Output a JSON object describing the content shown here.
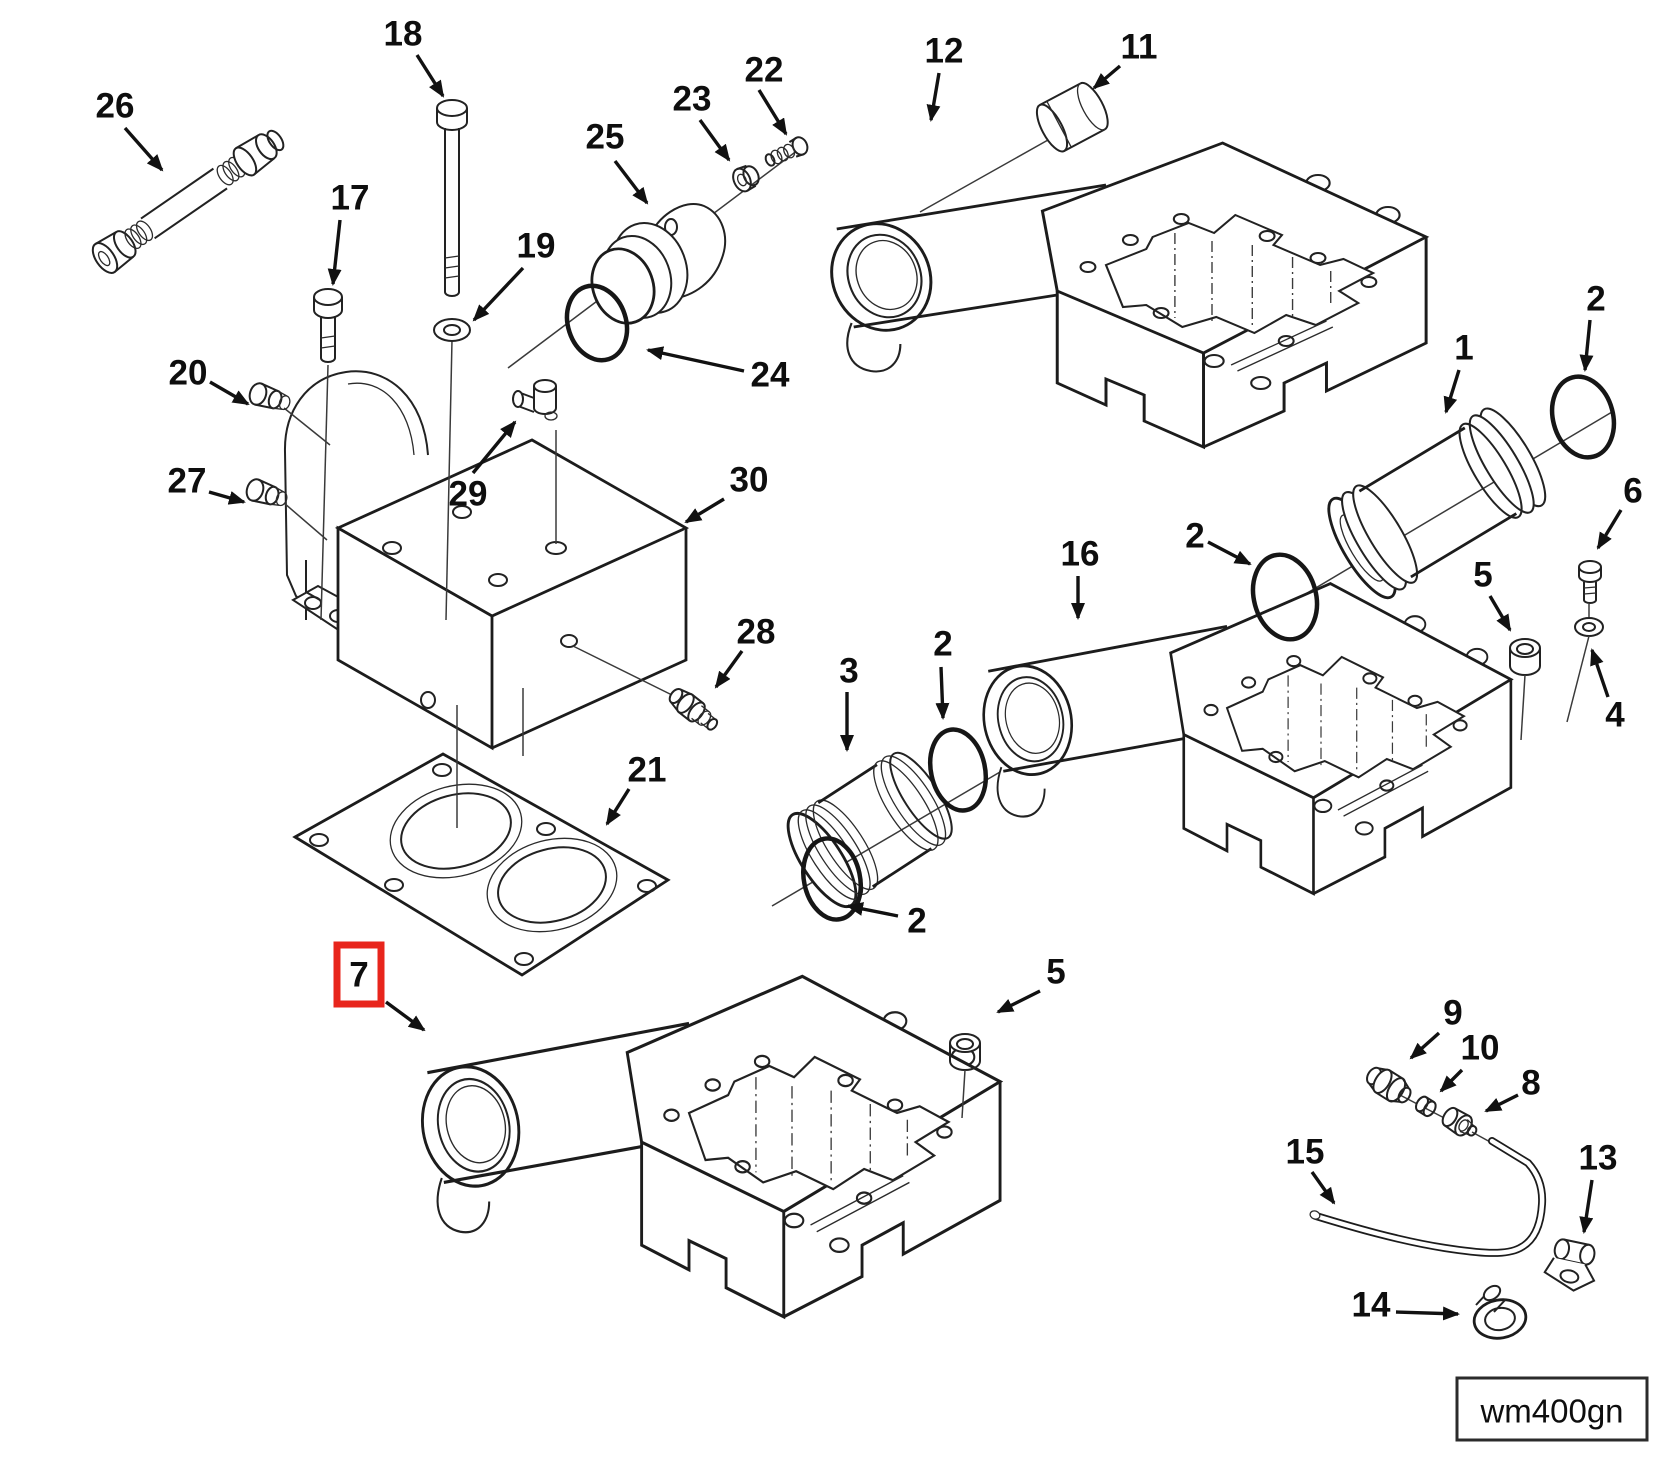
{
  "figure": {
    "type": "exploded-parts-diagram",
    "background": "#ffffff",
    "line_color": "#1c1c1c",
    "highlight_color": "#e8251c",
    "highlighted_callout": "7"
  },
  "callouts": {
    "c1": {
      "label": "1"
    },
    "c2_top": {
      "label": "2"
    },
    "c2_mid": {
      "label": "2"
    },
    "c2_piston": {
      "label": "2"
    },
    "c2_bottom": {
      "label": "2"
    },
    "c3": {
      "label": "3"
    },
    "c4": {
      "label": "4"
    },
    "c5_right": {
      "label": "5"
    },
    "c5_bottom": {
      "label": "5"
    },
    "c6": {
      "label": "6"
    },
    "c7": {
      "label": "7",
      "highlighted": true
    },
    "c8": {
      "label": "8"
    },
    "c9": {
      "label": "9"
    },
    "c10": {
      "label": "10"
    },
    "c11": {
      "label": "11"
    },
    "c12": {
      "label": "12"
    },
    "c13": {
      "label": "13"
    },
    "c14": {
      "label": "14"
    },
    "c15": {
      "label": "15"
    },
    "c16": {
      "label": "16"
    },
    "c17": {
      "label": "17"
    },
    "c18": {
      "label": "18"
    },
    "c19": {
      "label": "19"
    },
    "c20": {
      "label": "20"
    },
    "c21": {
      "label": "21"
    },
    "c22": {
      "label": "22"
    },
    "c23": {
      "label": "23"
    },
    "c24": {
      "label": "24"
    },
    "c25": {
      "label": "25"
    },
    "c26": {
      "label": "26"
    },
    "c27": {
      "label": "27"
    },
    "c28": {
      "label": "28"
    },
    "c29": {
      "label": "29"
    },
    "c30": {
      "label": "30"
    }
  },
  "footer": {
    "drawing_code": "wm400gn"
  }
}
